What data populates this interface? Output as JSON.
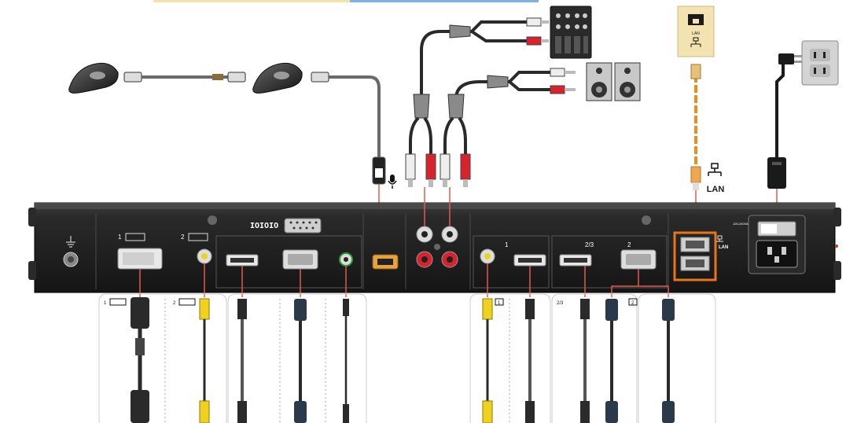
{
  "labels": {
    "lan_side": "LAN",
    "lan_jack": "LAN",
    "lan_port": "LAN",
    "serial_port": "IOIOIO",
    "video_in_1": "1",
    "video_in_2": "2",
    "cable_video_1": "1",
    "cable_video_2": "2",
    "hdmi_out_1": "1",
    "hdmi_out_23": "2/3",
    "vga_out_2": "2",
    "cable_out_1": "1",
    "cable_out_23": "2/3",
    "cable_out_2": "2",
    "power_rating": "100-240VAC 50/60Hz 1.5A"
  },
  "colors": {
    "chassis": "#1f1f1f",
    "chassis_edge": "#3a3a3a",
    "cable_dark": "#2a2a2a",
    "cable_grey": "#8a8a8a",
    "audio_red": "#d8222c",
    "audio_white": "#eeeeee",
    "lan_orange": "#f08c1e",
    "coax_yellow": "#f0d21e",
    "lan_highlight": "#e8751a",
    "highlight_line": "#e05a4a",
    "bar_yellow": "#f3e3a6",
    "bar_blue": "#7fb0e8"
  },
  "icons": [
    "microphone-pod-icon",
    "audio-mixer-icon",
    "speaker-icon",
    "wall-lan-jack-icon",
    "wall-power-outlet-icon",
    "power-plug-icon",
    "network-icon",
    "microphone-icon",
    "ground-icon"
  ]
}
